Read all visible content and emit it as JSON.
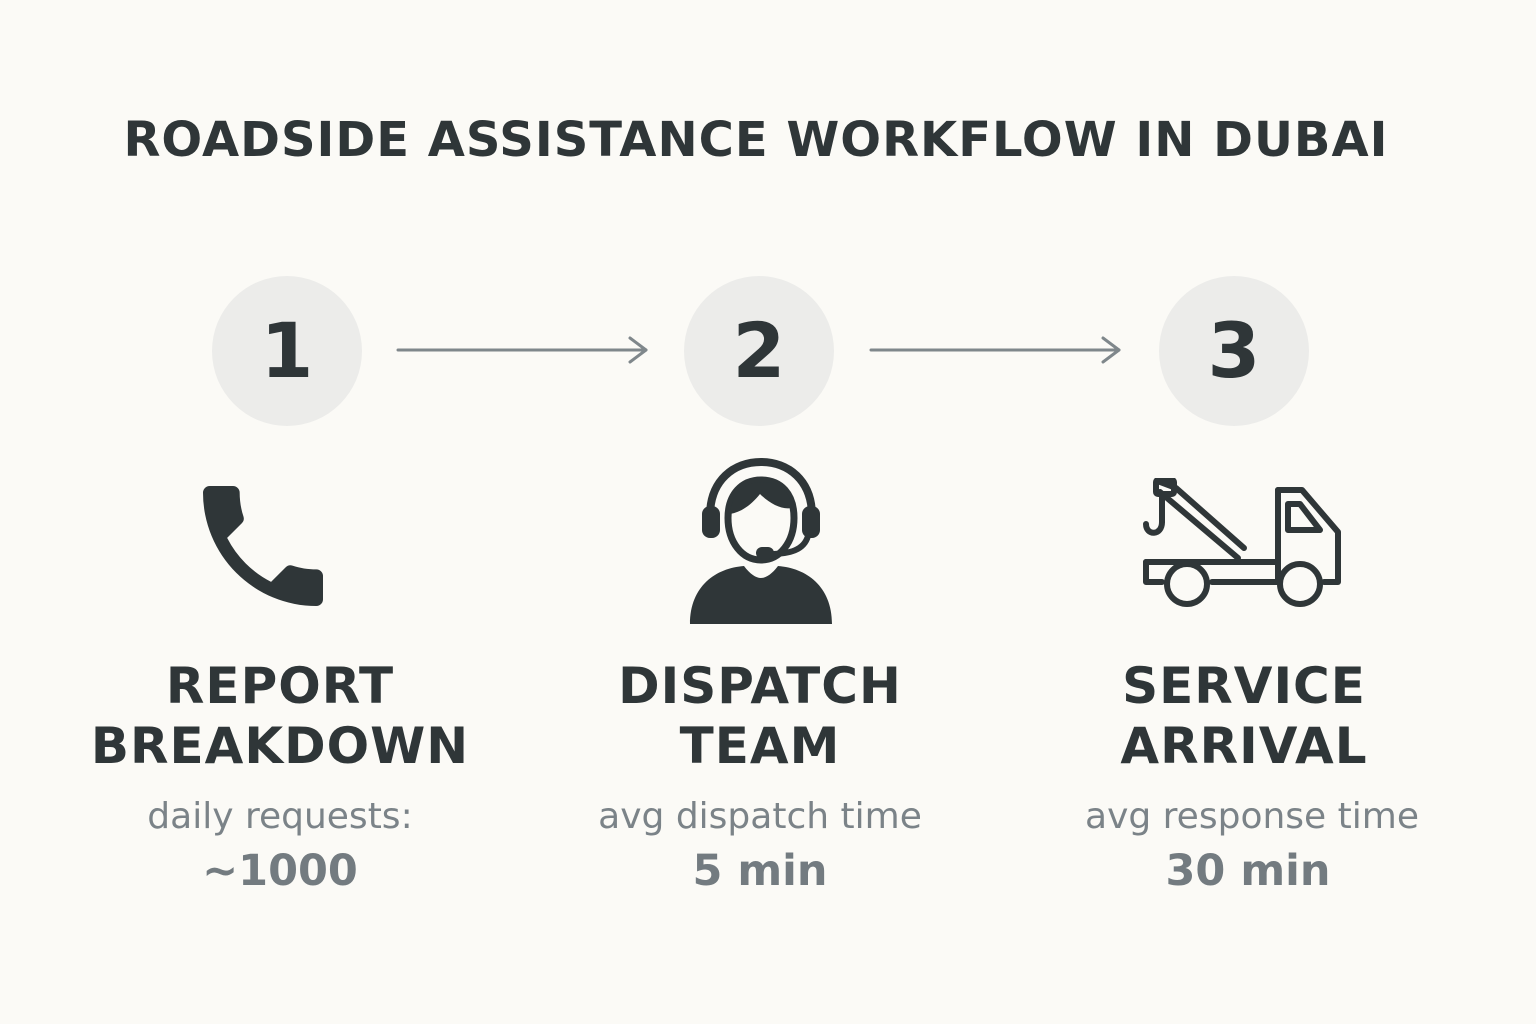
{
  "title": "ROADSIDE ASSISTANCE WORKFLOW IN DUBAI",
  "colors": {
    "background": "#fbfaf6",
    "dark": "#2f3638",
    "circle": "#ececea",
    "arrow": "#7f878b",
    "muted": "#7b8388"
  },
  "steps": [
    {
      "number": "1",
      "icon": "phone-icon",
      "label_line1": "REPORT",
      "label_line2": "BREAKDOWN",
      "metric_label": "daily requests:",
      "metric_value": "~1000"
    },
    {
      "number": "2",
      "icon": "headset-operator-icon",
      "label_line1": "DISPATCH",
      "label_line2": "TEAM",
      "metric_label": "avg dispatch time",
      "metric_value": "5 min"
    },
    {
      "number": "3",
      "icon": "tow-truck-icon",
      "label_line1": "SERVICE",
      "label_line2": "ARRIVAL",
      "metric_label": "avg response time",
      "metric_value": "30 min"
    }
  ]
}
